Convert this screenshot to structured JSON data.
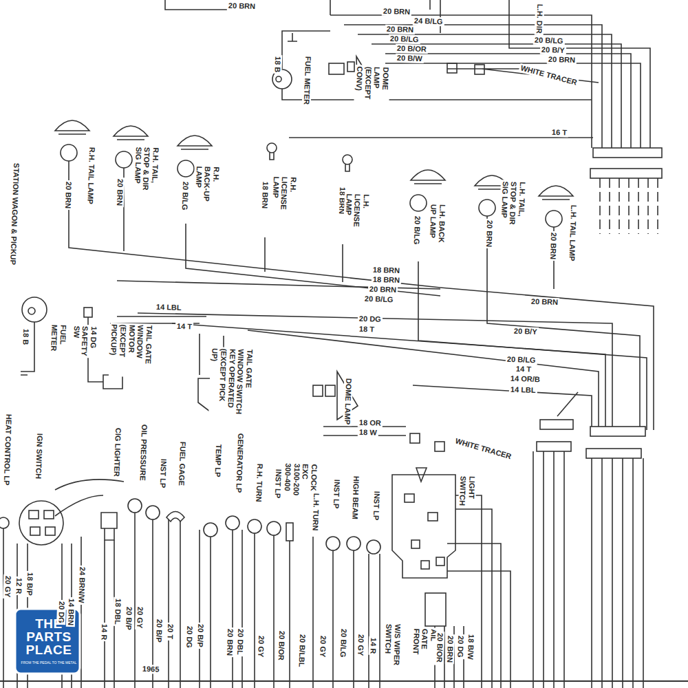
{
  "diagram": {
    "labels": [
      "20 BRN",
      "L.H. DIR",
      "20 BRN",
      "24 B/LG",
      "20 BRN",
      "20 B/LG",
      "20 B/OR",
      "20 B/W",
      "20 B/LG",
      "20 B/Y",
      "20 BRN",
      "WHITE TRACER",
      "18 B",
      "FUEL METER",
      "DOME LAMP (EXCEPT CONV)",
      "16 T",
      "STATION WAGON & PICKUP",
      "20 BRN",
      "R.H. TAIL LAMP",
      "20 BRN",
      "R.H. TAIL, STOP & DIR SIG LAMP",
      "20 B/LG",
      "R.H. BACK-UP LAMP",
      "18 BRN",
      "R.H. LICENSE LAMP",
      "18 BRN",
      "L.H. LICENSE LAMP",
      "20 B/LG",
      "L.H. BACK UP LAMP",
      "20 BRN",
      "L.H. TAIL, STOP & DIR SIG LAMP",
      "20 BRN",
      "L.H. TAIL LAMP",
      "18 BRN",
      "18 BRN",
      "20 BRN",
      "20 B/LG",
      "20 BRN",
      "14 LBL",
      "20 DG",
      "14 T",
      "18 T",
      "20 B/Y",
      "20 B/LG",
      "14 T",
      "14 OR/B",
      "14 LBL",
      "18 B",
      "FUEL METER",
      "14 DG SAFETY SW",
      "TAIL GATE WINDOW MOTOR (EXCEPT PICKUP)",
      "TAIL GATE WINDOW SWITCH KEY OPERATED (EXCEPT PICK UP)",
      "DOME LAMP",
      "18 OR",
      "18 W",
      "WHITE TRACER",
      "HEAT CONTROL LP",
      "IGN SWITCH",
      "CIG LIGHTER",
      "OIL PRESSURE",
      "INST LP",
      "FUEL GAGE",
      "TEMP LP",
      "GENERATOR LP",
      "R.H. TURN",
      "INST LP",
      "CLOCK - EXC 3100-200 300-400",
      "L.H. TURN",
      "INST LP",
      "HIGH BEAM",
      "INST LP",
      "LIGHT SWITCH",
      "20 GY",
      "12 R",
      "18 B/P",
      "20 DG",
      "14 BRN",
      "24 BRN/W",
      "14 R",
      "18 DBL",
      "20 B/P",
      "20 GY",
      "20 B/P",
      "20 T",
      "20 DG",
      "20 B/P",
      "20 BRN",
      "20 DBL",
      "20 GY",
      "20 B/OR",
      "20 B/LBL",
      "20 GY",
      "20 B/LG",
      "20 GY",
      "14 R",
      "W/S WIPER SWITCH",
      "AIL GATE FRONT",
      "20 B/OR",
      "20 BRN",
      "20 DG",
      "18 B/W",
      "1965",
      "THE PARTS PLACE",
      "FROM THE PEDAL TO THE METAL"
    ]
  }
}
